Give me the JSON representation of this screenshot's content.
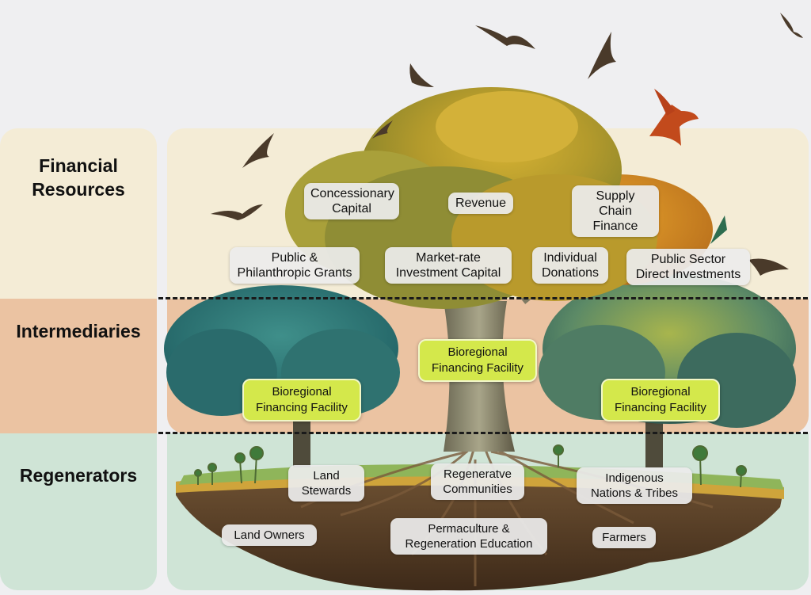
{
  "sections": {
    "financial": "Financial\nResources",
    "intermediaries": "Intermediaries",
    "regenerators": "Regenerators"
  },
  "financial_resources": {
    "concessionary": "Concessionary\nCapital",
    "revenue": "Revenue",
    "supply_chain": "Supply Chain\nFinance",
    "public_grants": "Public &\nPhilanthropic Grants",
    "market_rate": "Market-rate\nInvestment Capital",
    "individual": "Individual\nDonations",
    "public_sector": "Public Sector\nDirect Investments"
  },
  "intermediaries": {
    "facility_center": "Bioregional\nFinancing Facility",
    "facility_left": "Bioregional\nFinancing Facility",
    "facility_right": "Bioregional\nFinancing Facility"
  },
  "regenerators": {
    "land_stewards": "Land\nStewards",
    "communities": "Regeneratve\nCommunities",
    "indigenous": "Indigenous\nNations & Tribes",
    "land_owners": "Land Owners",
    "education": "Permaculture &\nRegeneration Education",
    "farmers": "Farmers"
  },
  "colors": {
    "financial_band": "#f4ecd6",
    "intermediaries_band": "#ebc3a2",
    "regenerators_band": "#cfe4d6",
    "facility": "#d4e84b"
  }
}
